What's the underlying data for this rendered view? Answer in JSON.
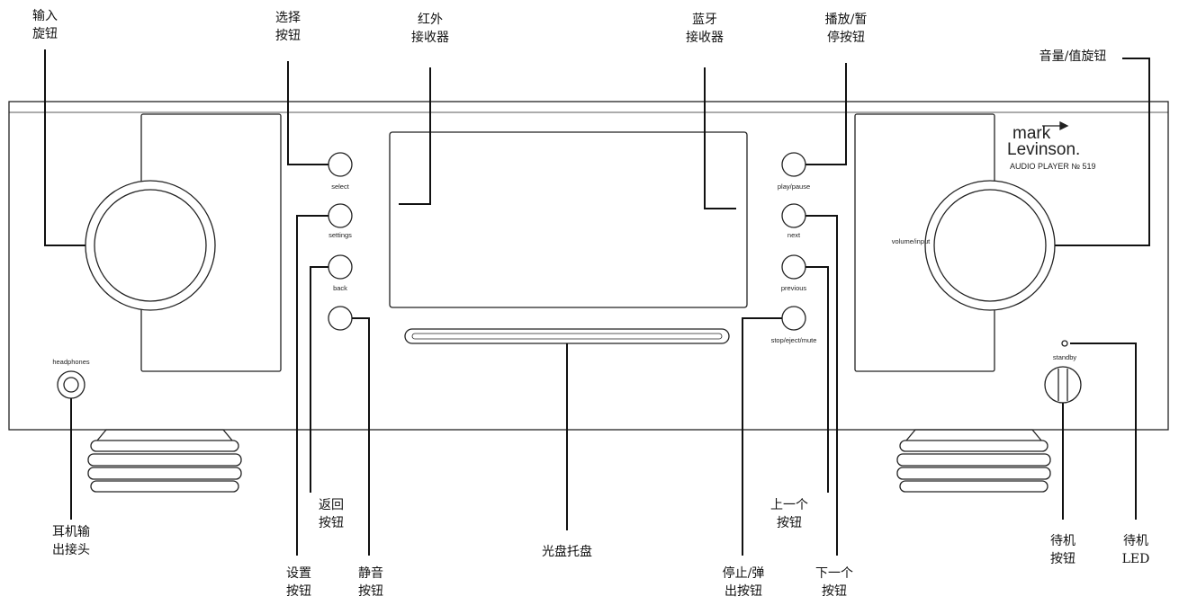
{
  "brand": {
    "logo_line1": "mark",
    "logo_line2": "Levinson.",
    "model": "AUDIO PLAYER № 519"
  },
  "panel_labels": {
    "select": "select",
    "settings": "settings",
    "back": "back",
    "play_pause": "play/pause",
    "next": "next",
    "previous": "previous",
    "stop_eject_mute": "stop/eject/mute",
    "volume_input": "volume/input",
    "headphones": "headphones",
    "standby": "standby"
  },
  "callouts": {
    "input_knob": [
      "输入",
      "旋钮"
    ],
    "select_button": [
      "选择",
      "按钮"
    ],
    "ir_receiver": [
      "红外",
      "接收器"
    ],
    "bluetooth_receiver": [
      "蓝牙",
      "接收器"
    ],
    "play_pause_button": [
      "播放/暂",
      "停按钮"
    ],
    "volume_knob": [
      "音量/值旋钮"
    ],
    "back_button": [
      "返回",
      "按钮"
    ],
    "headphone_jack": [
      "耳机输",
      "出接头"
    ],
    "settings_button": [
      "设置",
      "按钮"
    ],
    "mute_button": [
      "静音",
      "按钮"
    ],
    "disc_tray": [
      "光盘托盘"
    ],
    "stop_eject_button": [
      "停止/弹",
      "出按钮"
    ],
    "previous_button": [
      "上一个",
      "按钮"
    ],
    "next_button": [
      "下一个",
      "按钮"
    ],
    "standby_button": [
      "待机",
      "按钮"
    ],
    "standby_led": [
      "待机",
      "LED"
    ]
  }
}
